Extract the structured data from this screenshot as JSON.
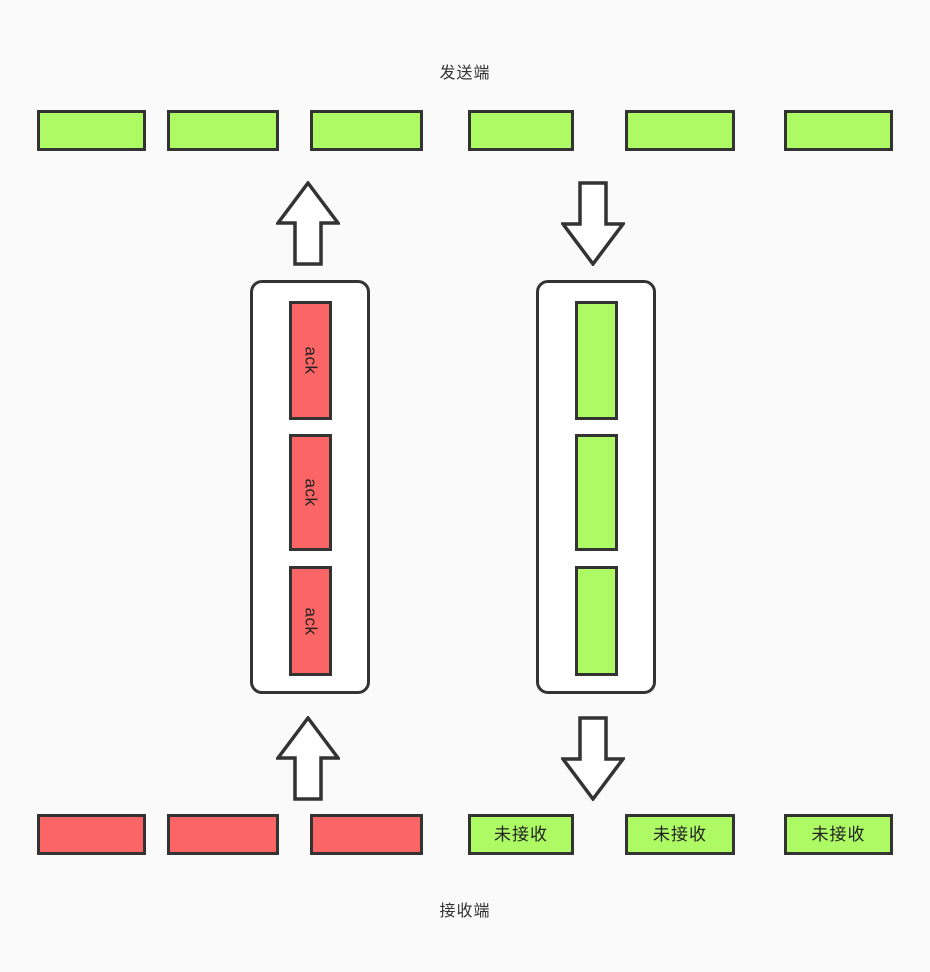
{
  "diagram": {
    "title_top": "发送端",
    "title_bottom": "接收端",
    "background_color": "#fafafa",
    "colors": {
      "green": "#adfa64",
      "red": "#fc6565",
      "stroke": "#333333",
      "buffer_fill": "#ffffff"
    }
  },
  "sender_row": {
    "name": "sender-packet-row",
    "packets": [
      {
        "label": "",
        "color": "green"
      },
      {
        "label": "",
        "color": "green"
      },
      {
        "label": "",
        "color": "green"
      },
      {
        "label": "",
        "color": "green"
      },
      {
        "label": "",
        "color": "green"
      },
      {
        "label": "",
        "color": "green"
      }
    ]
  },
  "receiver_row": {
    "name": "receiver-packet-row",
    "packets": [
      {
        "label": "",
        "color": "red"
      },
      {
        "label": "",
        "color": "red"
      },
      {
        "label": "",
        "color": "red"
      },
      {
        "label": "未接收",
        "color": "green"
      },
      {
        "label": "未接收",
        "color": "green"
      },
      {
        "label": "未接收",
        "color": "green"
      }
    ]
  },
  "ack_buffer": {
    "name": "ack-buffer",
    "slots": [
      {
        "label": "ack",
        "color": "red"
      },
      {
        "label": "ack",
        "color": "red"
      },
      {
        "label": "ack",
        "color": "red"
      }
    ]
  },
  "data_buffer": {
    "name": "data-buffer",
    "slots": [
      {
        "label": "",
        "color": "green"
      },
      {
        "label": "",
        "color": "green"
      },
      {
        "label": "",
        "color": "green"
      }
    ]
  },
  "arrows": [
    {
      "name": "arrow-ack-up-to-sender",
      "direction": "up"
    },
    {
      "name": "arrow-data-down-from-sender",
      "direction": "down"
    },
    {
      "name": "arrow-ack-up-from-receiver",
      "direction": "up"
    },
    {
      "name": "arrow-data-down-to-receiver",
      "direction": "down"
    }
  ]
}
